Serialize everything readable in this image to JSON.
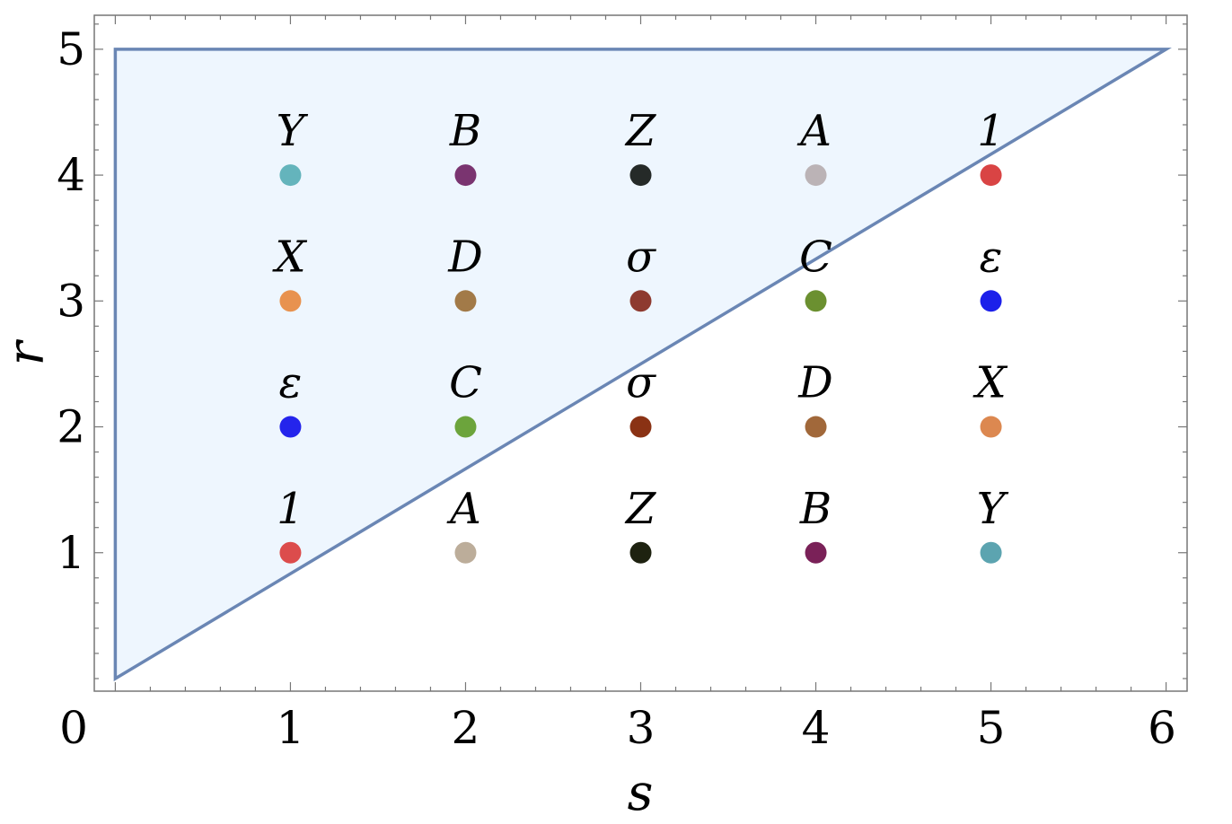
{
  "chart_data": {
    "type": "scatter",
    "xlabel": "s",
    "ylabel": "r",
    "xlim": [
      -0.12,
      6.12
    ],
    "ylim": [
      -0.1,
      5.27
    ],
    "x_ticks": [
      "0",
      "1",
      "2",
      "3",
      "4",
      "5",
      "6"
    ],
    "y_ticks": [
      "1",
      "2",
      "3",
      "4",
      "5"
    ],
    "grid": false,
    "legend": "none",
    "region": {
      "vertices": [
        [
          0,
          0
        ],
        [
          0,
          5
        ],
        [
          6,
          5
        ]
      ],
      "fill": "#eef6fe",
      "stroke": "#6a86b4"
    },
    "points": [
      {
        "x": 1,
        "y": 4,
        "label": "Y",
        "color": "#64b4bc"
      },
      {
        "x": 2,
        "y": 4,
        "label": "B",
        "color": "#7a3470"
      },
      {
        "x": 3,
        "y": 4,
        "label": "Z",
        "color": "#252a28"
      },
      {
        "x": 4,
        "y": 4,
        "label": "A",
        "color": "#bbb3b6"
      },
      {
        "x": 5,
        "y": 4,
        "label": "1",
        "color": "#d94444"
      },
      {
        "x": 1,
        "y": 3,
        "label": "X",
        "color": "#e8924f"
      },
      {
        "x": 2,
        "y": 3,
        "label": "D",
        "color": "#a27a48"
      },
      {
        "x": 3,
        "y": 3,
        "label": "σ",
        "color": "#8e3a2f"
      },
      {
        "x": 4,
        "y": 3,
        "label": "C",
        "color": "#6b9030"
      },
      {
        "x": 5,
        "y": 3,
        "label": "ε",
        "color": "#1c20ea"
      },
      {
        "x": 1,
        "y": 2,
        "label": "ε",
        "color": "#2424ec"
      },
      {
        "x": 2,
        "y": 2,
        "label": "C",
        "color": "#6ca43c"
      },
      {
        "x": 3,
        "y": 2,
        "label": "σ",
        "color": "#8a3214"
      },
      {
        "x": 4,
        "y": 2,
        "label": "D",
        "color": "#a1683a"
      },
      {
        "x": 5,
        "y": 2,
        "label": "X",
        "color": "#dc8850"
      },
      {
        "x": 1,
        "y": 1,
        "label": "1",
        "color": "#dc4c4c"
      },
      {
        "x": 2,
        "y": 1,
        "label": "A",
        "color": "#bcad9a"
      },
      {
        "x": 3,
        "y": 1,
        "label": "Z",
        "color": "#1e2210"
      },
      {
        "x": 4,
        "y": 1,
        "label": "B",
        "color": "#7a2158"
      },
      {
        "x": 5,
        "y": 1,
        "label": "Y",
        "color": "#5ca4b0"
      }
    ]
  }
}
